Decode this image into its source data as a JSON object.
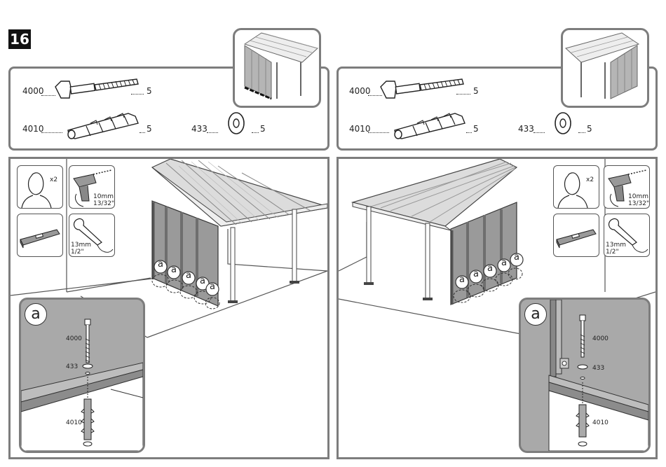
{
  "step": "16",
  "hardware": {
    "bolt": {
      "code": "4000",
      "qty": "5"
    },
    "anchor": {
      "code": "4010",
      "qty": "5"
    },
    "washer": {
      "code": "433",
      "qty": "5"
    }
  },
  "tools": {
    "persons": "x2",
    "drill_size_mm": "10mm",
    "drill_size_in": "13/32\"",
    "wrench_size_mm": "13mm",
    "wrench_size_in": "1/2\""
  },
  "callout_letter": "a",
  "detail": {
    "bolt_code": "4000",
    "washer_code": "433",
    "anchor_code": "4010"
  },
  "icons": [
    "two-person-icon",
    "drill-icon",
    "level-icon",
    "wrench-icon",
    "bolt-icon",
    "anchor-icon",
    "washer-icon"
  ],
  "colors": {
    "frame": "#7d7d7d",
    "panel_fill": "#9a9a9a",
    "inset_fill": "#a9a9a9",
    "badge": "#111111"
  }
}
